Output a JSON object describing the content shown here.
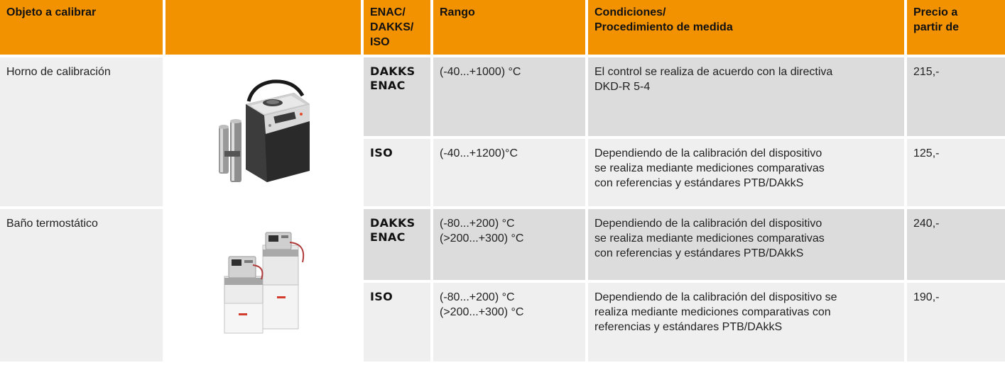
{
  "header": {
    "object": "Objeto a calibrar",
    "image": "",
    "standard_lines": [
      "ENAC/",
      "DAKKS/",
      "ISO"
    ],
    "range": "Rango",
    "conditions_lines": [
      "Condiciones/",
      "Procedimiento de medida"
    ],
    "price_lines": [
      "Precio a",
      "partir de"
    ]
  },
  "colors": {
    "header_bg": "#f39200",
    "row_dark": "#dcdcdc",
    "row_light": "#efefef"
  },
  "rows": [
    {
      "object": "Horno de calibración",
      "image_icon": "calibration-furnace-photo",
      "entries": [
        {
          "standard_lines": [
            "DAKKS",
            "ENAC"
          ],
          "range_lines": [
            "(-40...+1000) °C"
          ],
          "conditions_lines": [
            "El control se realiza de acuerdo con la directiva",
            "DKD-R 5-4"
          ],
          "price": "215,-"
        },
        {
          "standard_lines": [
            "ISO"
          ],
          "range_lines": [
            "(-40...+1200)°C"
          ],
          "conditions_lines": [
            "Dependiendo de la calibración del dispositivo",
            "se realiza mediante mediciones comparativas",
            "con referencias y estándares PTB/DAkkS"
          ],
          "price": "125,-"
        }
      ]
    },
    {
      "object": "Baño termostático",
      "image_icon": "thermostatic-bath-photo",
      "entries": [
        {
          "standard_lines": [
            "DAKKS",
            "ENAC"
          ],
          "range_lines": [
            "(-80...+200) °C",
            "(>200...+300) °C"
          ],
          "conditions_lines": [
            "Dependiendo de la calibración del dispositivo",
            "se realiza mediante mediciones comparativas",
            "con referencias y estándares PTB/DAkkS"
          ],
          "price": "240,-"
        },
        {
          "standard_lines": [
            "ISO"
          ],
          "range_lines": [
            "(-80...+200) °C",
            "(>200...+300) °C"
          ],
          "conditions_lines": [
            "Dependiendo de la calibración del dispositivo se",
            "realiza mediante mediciones comparativas con",
            "referencias y estándares PTB/DAkkS"
          ],
          "price": "190,-"
        }
      ]
    }
  ]
}
